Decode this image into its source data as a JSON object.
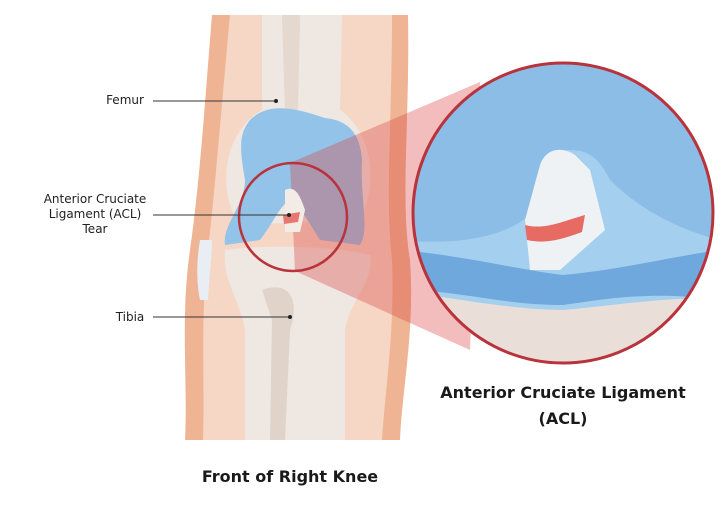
{
  "labels": {
    "femur": "Femur",
    "acl_tear": [
      "Anterior Cruciate",
      "Ligament (ACL)",
      "Tear"
    ],
    "tibia": "Tibia"
  },
  "captions": {
    "left": "Front of Right Knee",
    "right_line1": "Anterior Cruciate Ligament",
    "right_line2": "(ACL)"
  },
  "colors": {
    "skin": "#efb493",
    "bone": "#efe7e1",
    "cartilage": "#93c3e8",
    "circle": "#b8333b"
  }
}
